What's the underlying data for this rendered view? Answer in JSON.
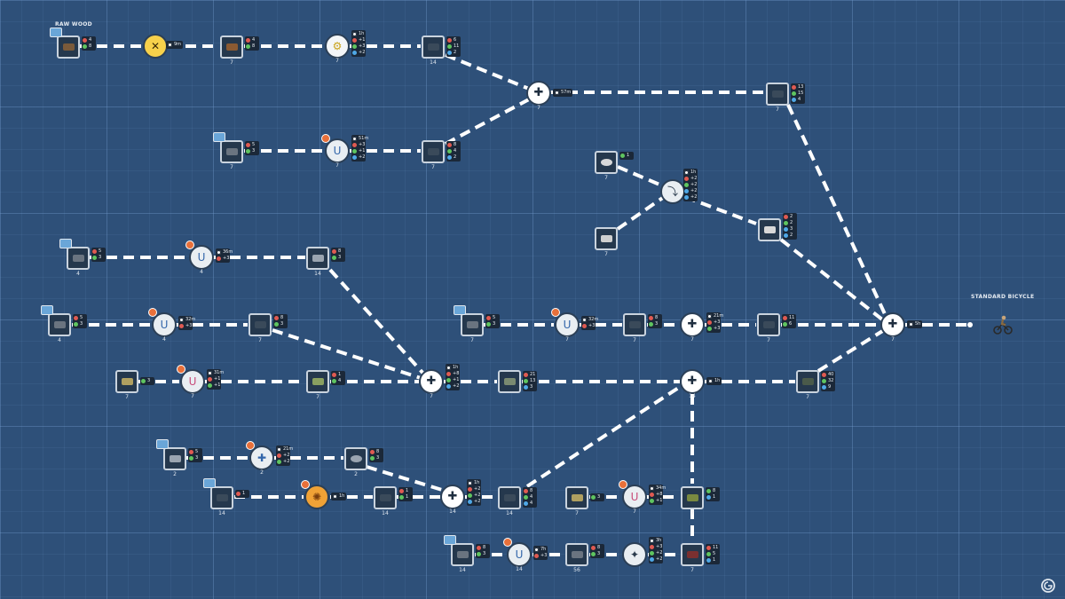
{
  "labels": {
    "start": "RAW WOOD",
    "end": "STANDARD BICYCLE"
  },
  "nodes": {
    "n1": {
      "num": "",
      "stats": [
        [
          "red",
          "4"
        ],
        [
          "green",
          "8"
        ]
      ]
    },
    "n2": {
      "num": "",
      "timer": "9m"
    },
    "n3": {
      "num": "7",
      "stats": [
        [
          "red",
          "4"
        ],
        [
          "green",
          "8"
        ]
      ]
    },
    "n4": {
      "num": "7",
      "stats": [
        [
          "time",
          "1h"
        ],
        [
          "red",
          "+1"
        ],
        [
          "green",
          "+3"
        ],
        [
          "blue",
          "+2"
        ]
      ]
    },
    "n5": {
      "num": "14",
      "stats": [
        [
          "red",
          "6"
        ],
        [
          "green",
          "11"
        ],
        [
          "blue",
          "2"
        ]
      ]
    },
    "m1": {
      "num": "7",
      "timer": "57m"
    },
    "n6": {
      "num": "7",
      "stats": [
        [
          "red",
          "13"
        ],
        [
          "green",
          "15"
        ],
        [
          "blue",
          "4"
        ]
      ]
    },
    "n7": {
      "num": "7",
      "stats": [
        [
          "red",
          "5"
        ],
        [
          "green",
          "3"
        ]
      ]
    },
    "n8": {
      "num": "7",
      "stats": [
        [
          "time",
          "51m"
        ],
        [
          "red",
          "+3"
        ],
        [
          "green",
          "+1"
        ],
        [
          "blue",
          "+2"
        ]
      ]
    },
    "n9": {
      "num": "7",
      "stats": [
        [
          "red",
          "8"
        ],
        [
          "green",
          "4"
        ],
        [
          "blue",
          "2"
        ]
      ]
    },
    "n10": {
      "num": "7",
      "stats": [
        [
          "green",
          "1"
        ]
      ]
    },
    "n11": {
      "num": "7",
      "stats": []
    },
    "n12": {
      "num": "",
      "stats": [
        [
          "time",
          "1h"
        ],
        [
          "red",
          "+2"
        ],
        [
          "green",
          "+2"
        ],
        [
          "blue",
          "+2"
        ],
        [
          "blue",
          "+2"
        ]
      ]
    },
    "n13": {
      "num": "",
      "stats": [
        [
          "red",
          "2"
        ],
        [
          "green",
          "2"
        ],
        [
          "blue",
          "3"
        ],
        [
          "blue",
          "2"
        ]
      ]
    },
    "n14": {
      "num": "4",
      "stats": [
        [
          "red",
          "5"
        ],
        [
          "green",
          "3"
        ]
      ]
    },
    "n15": {
      "num": "4",
      "stats": [
        [
          "time",
          "36m"
        ],
        [
          "red",
          "+3"
        ]
      ]
    },
    "n16": {
      "num": "14",
      "stats": [
        [
          "red",
          "8"
        ],
        [
          "green",
          "3"
        ]
      ]
    },
    "n17": {
      "num": "4",
      "stats": [
        [
          "red",
          "5"
        ],
        [
          "green",
          "3"
        ]
      ]
    },
    "n18": {
      "num": "4",
      "stats": [
        [
          "time",
          "32m"
        ],
        [
          "red",
          "+3"
        ]
      ]
    },
    "n19": {
      "num": "7",
      "stats": [
        [
          "red",
          "8"
        ],
        [
          "green",
          "3"
        ]
      ]
    },
    "n20": {
      "num": "7",
      "stats": [
        [
          "red",
          "5"
        ],
        [
          "green",
          "3"
        ]
      ]
    },
    "n21": {
      "num": "7",
      "stats": [
        [
          "time",
          "32m"
        ],
        [
          "red",
          "+3"
        ]
      ]
    },
    "n22": {
      "num": "7",
      "stats": [
        [
          "red",
          "8"
        ],
        [
          "green",
          "3"
        ]
      ]
    },
    "m2": {
      "num": "7",
      "stats": [
        [
          "time",
          "21m"
        ],
        [
          "red",
          "+3"
        ],
        [
          "green",
          "+3"
        ]
      ]
    },
    "n23": {
      "num": "7",
      "stats": [
        [
          "red",
          "11"
        ],
        [
          "green",
          "6"
        ]
      ]
    },
    "mF": {
      "num": "7",
      "timer": "5h"
    },
    "n24": {
      "num": "7",
      "stats": [
        [
          "green",
          "3"
        ]
      ]
    },
    "n25": {
      "num": "7",
      "stats": [
        [
          "time",
          "31m"
        ],
        [
          "red",
          "+1"
        ],
        [
          "green",
          "+1"
        ]
      ]
    },
    "n26": {
      "num": "7",
      "stats": [
        [
          "red",
          "1"
        ],
        [
          "green",
          "4"
        ]
      ]
    },
    "m3": {
      "num": "7",
      "stats": [
        [
          "time",
          "1h"
        ],
        [
          "red",
          "+8"
        ],
        [
          "green",
          "+1"
        ],
        [
          "blue",
          "+2"
        ]
      ]
    },
    "n27": {
      "num": "",
      "stats": [
        [
          "red",
          "21"
        ],
        [
          "green",
          "13"
        ],
        [
          "blue",
          "3"
        ]
      ]
    },
    "m4": {
      "num": "14",
      "timer": "1h"
    },
    "n28": {
      "num": "7",
      "stats": [
        [
          "red",
          "40"
        ],
        [
          "green",
          "32"
        ],
        [
          "blue",
          "9"
        ]
      ]
    },
    "n29": {
      "num": "2",
      "stats": [
        [
          "red",
          "5"
        ],
        [
          "green",
          "3"
        ]
      ]
    },
    "n30": {
      "num": "2",
      "stats": [
        [
          "time",
          "21m"
        ],
        [
          "red",
          "+2"
        ],
        [
          "green",
          "+2"
        ]
      ]
    },
    "n31": {
      "num": "2",
      "stats": [
        [
          "red",
          "8"
        ],
        [
          "green",
          "3"
        ]
      ]
    },
    "n32": {
      "num": "14",
      "stats": [
        [
          "red",
          "1"
        ]
      ]
    },
    "n33": {
      "num": "",
      "timer": "1h"
    },
    "n34": {
      "num": "14",
      "stats": [
        [
          "red",
          "1"
        ],
        [
          "green",
          "1"
        ]
      ]
    },
    "m5": {
      "num": "14",
      "stats": [
        [
          "time",
          "1h"
        ],
        [
          "red",
          "+2"
        ],
        [
          "green",
          "+2"
        ],
        [
          "blue",
          "+2"
        ]
      ]
    },
    "n35": {
      "num": "14",
      "stats": [
        [
          "red",
          "8"
        ],
        [
          "green",
          "4"
        ],
        [
          "blue",
          "4"
        ]
      ]
    },
    "n36": {
      "num": "7",
      "stats": [
        [
          "green",
          "3"
        ]
      ]
    },
    "n37": {
      "num": "7",
      "stats": [
        [
          "time",
          "34m"
        ],
        [
          "red",
          "+8"
        ],
        [
          "green",
          "+1"
        ]
      ]
    },
    "n38": {
      "num": "7",
      "stats": [
        [
          "green",
          "8"
        ],
        [
          "blue",
          "1"
        ]
      ]
    },
    "n39": {
      "num": "14",
      "stats": [
        [
          "red",
          "8"
        ],
        [
          "green",
          "3"
        ]
      ]
    },
    "n40": {
      "num": "14",
      "stats": [
        [
          "time",
          "7h"
        ],
        [
          "red",
          "+3"
        ]
      ]
    },
    "n41": {
      "num": "56",
      "stats": [
        [
          "red",
          "8"
        ],
        [
          "green",
          "3"
        ]
      ]
    },
    "n42": {
      "num": "",
      "stats": [
        [
          "time",
          "3h"
        ],
        [
          "red",
          "+3"
        ],
        [
          "green",
          "+2"
        ],
        [
          "blue",
          "+2"
        ]
      ]
    },
    "n43": {
      "num": "7",
      "stats": [
        [
          "red",
          "11"
        ],
        [
          "green",
          "5"
        ],
        [
          "blue",
          "1"
        ]
      ]
    }
  },
  "colors": {
    "background": "#2e5079",
    "grid": "#5a82b4",
    "link": "#ffffff",
    "tile": "#25384d"
  }
}
